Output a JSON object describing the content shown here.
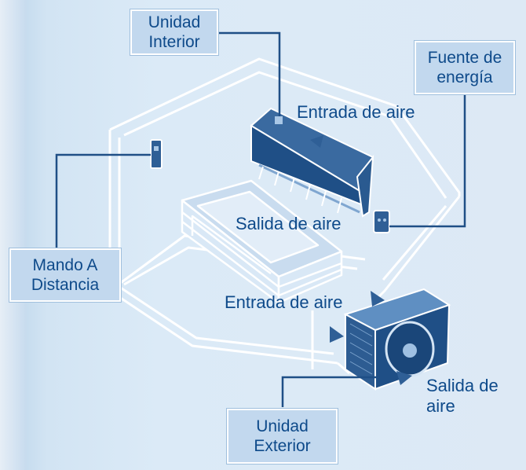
{
  "callouts": {
    "indoor_unit": "Unidad\nInterior",
    "power_source": "Fuente de\nenergía",
    "remote_control": "Mando A\nDistancia",
    "outdoor_unit": "Unidad\nExterior"
  },
  "airflow_labels": {
    "indoor_air_inlet": "Entrada de aire",
    "indoor_air_outlet": "Salida de aire",
    "outdoor_air_inlet": "Entrada de aire",
    "outdoor_air_outlet": "Salida de\naire"
  },
  "colors": {
    "callout_fill": "#c2d8ee",
    "text": "#0e4a8a",
    "outline": "#ffffff",
    "unit_body": "#2f5f96"
  }
}
